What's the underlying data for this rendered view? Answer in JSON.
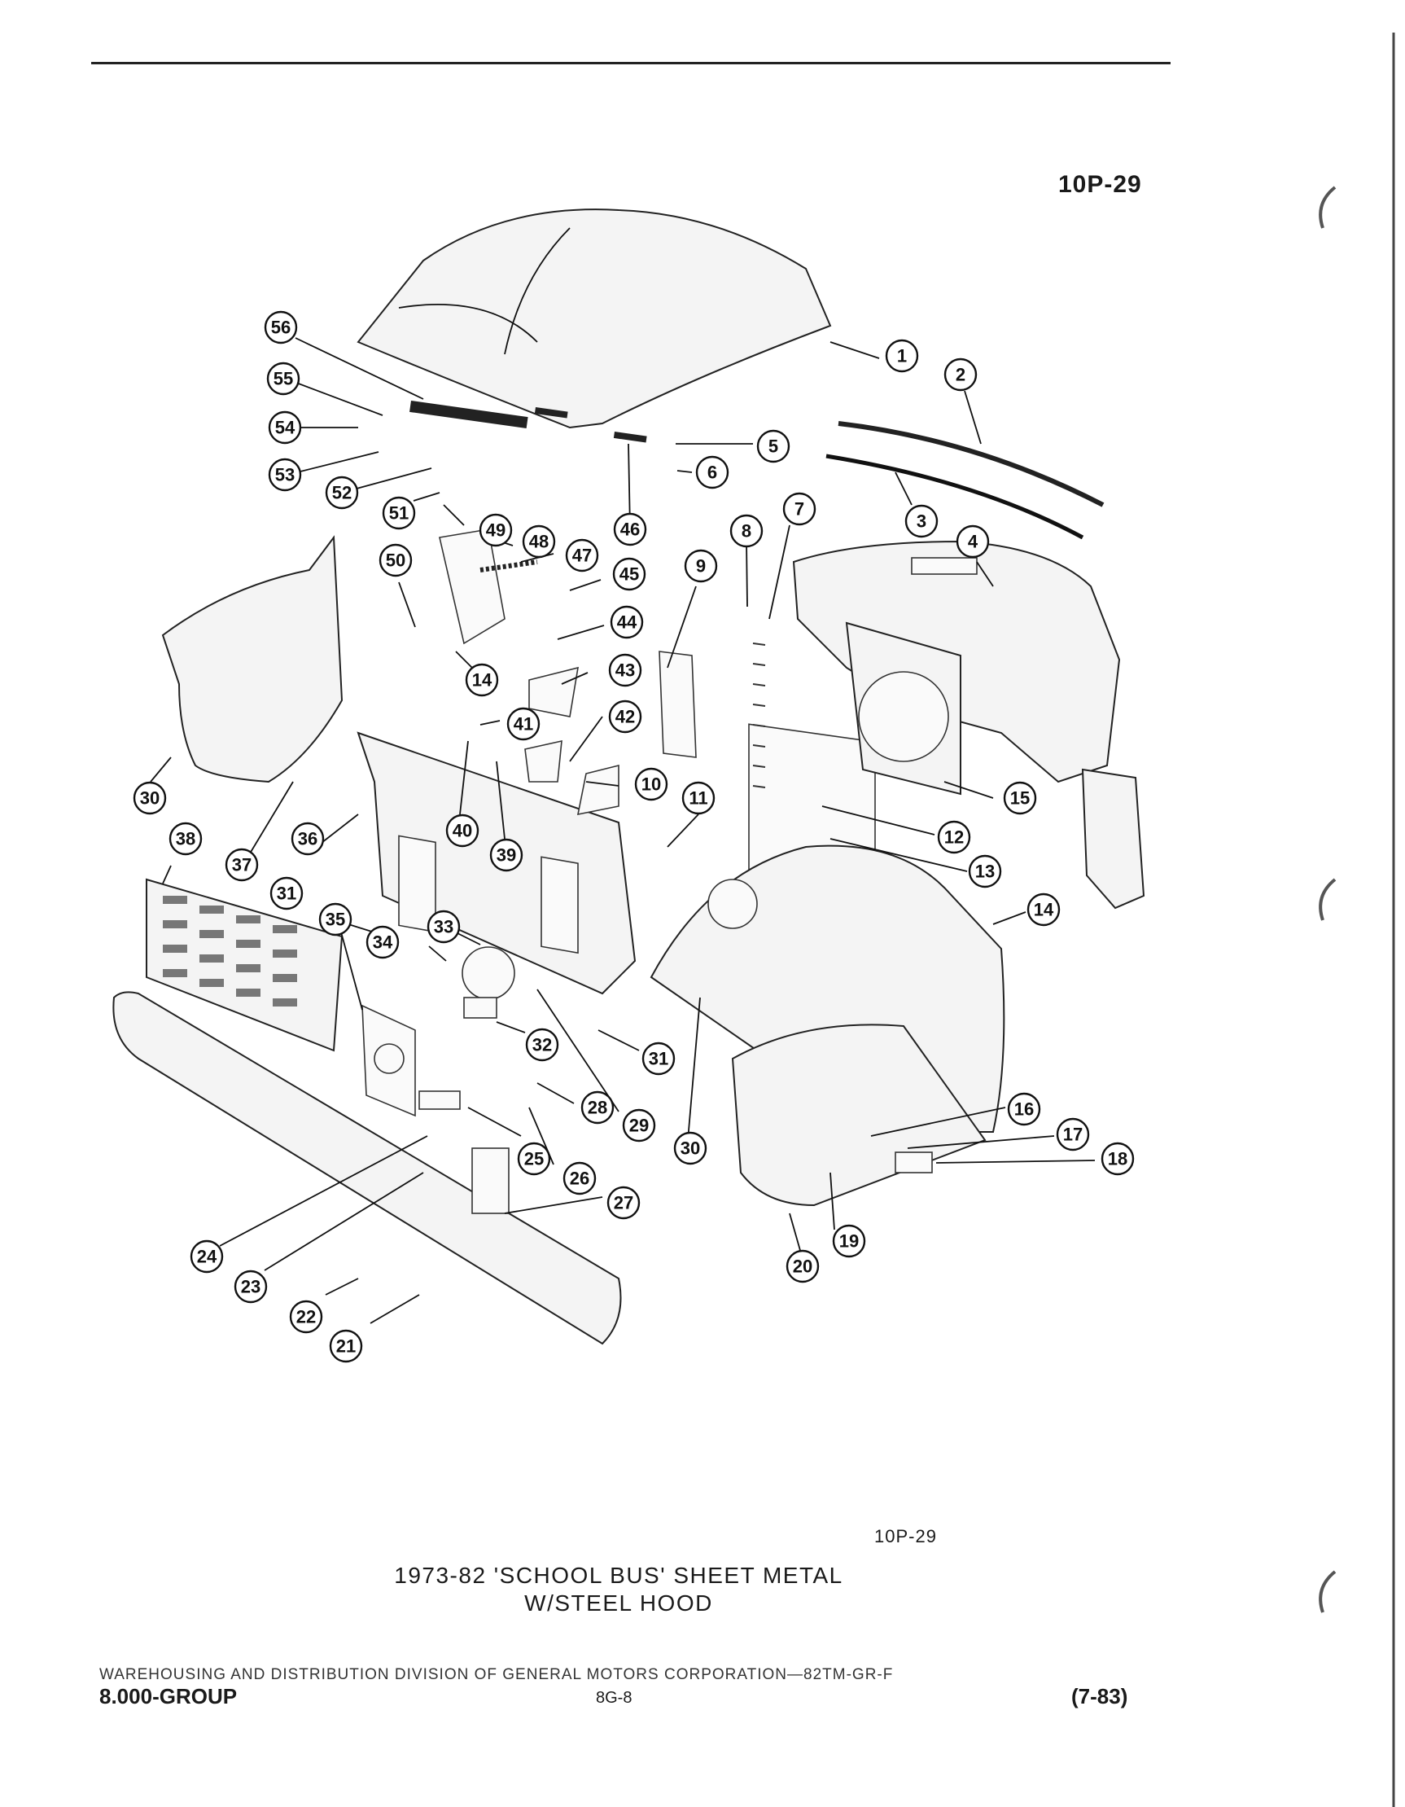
{
  "header": {
    "figure_code": "10P-29"
  },
  "figure": {
    "code": "10P-29",
    "caption_line1": "1973-82 'SCHOOL BUS' SHEET METAL",
    "caption_line2": "W/STEEL HOOD"
  },
  "callouts": [
    "1",
    "2",
    "3",
    "4",
    "5",
    "6",
    "7",
    "8",
    "9",
    "10",
    "11",
    "12",
    "13",
    "14",
    "14",
    "15",
    "16",
    "17",
    "18",
    "19",
    "20",
    "21",
    "22",
    "23",
    "24",
    "25",
    "26",
    "27",
    "28",
    "29",
    "30",
    "30",
    "31",
    "31",
    "32",
    "33",
    "34",
    "35",
    "36",
    "37",
    "38",
    "39",
    "40",
    "41",
    "42",
    "43",
    "44",
    "45",
    "46",
    "47",
    "48",
    "49",
    "50",
    "51",
    "52",
    "53",
    "54",
    "55",
    "56"
  ],
  "footer": {
    "line": "WAREHOUSING AND DISTRIBUTION DIVISION OF GENERAL MOTORS CORPORATION—82TM-GR-F",
    "group": "8.000-GROUP",
    "page": "8G-8",
    "date": "(7-83)"
  }
}
